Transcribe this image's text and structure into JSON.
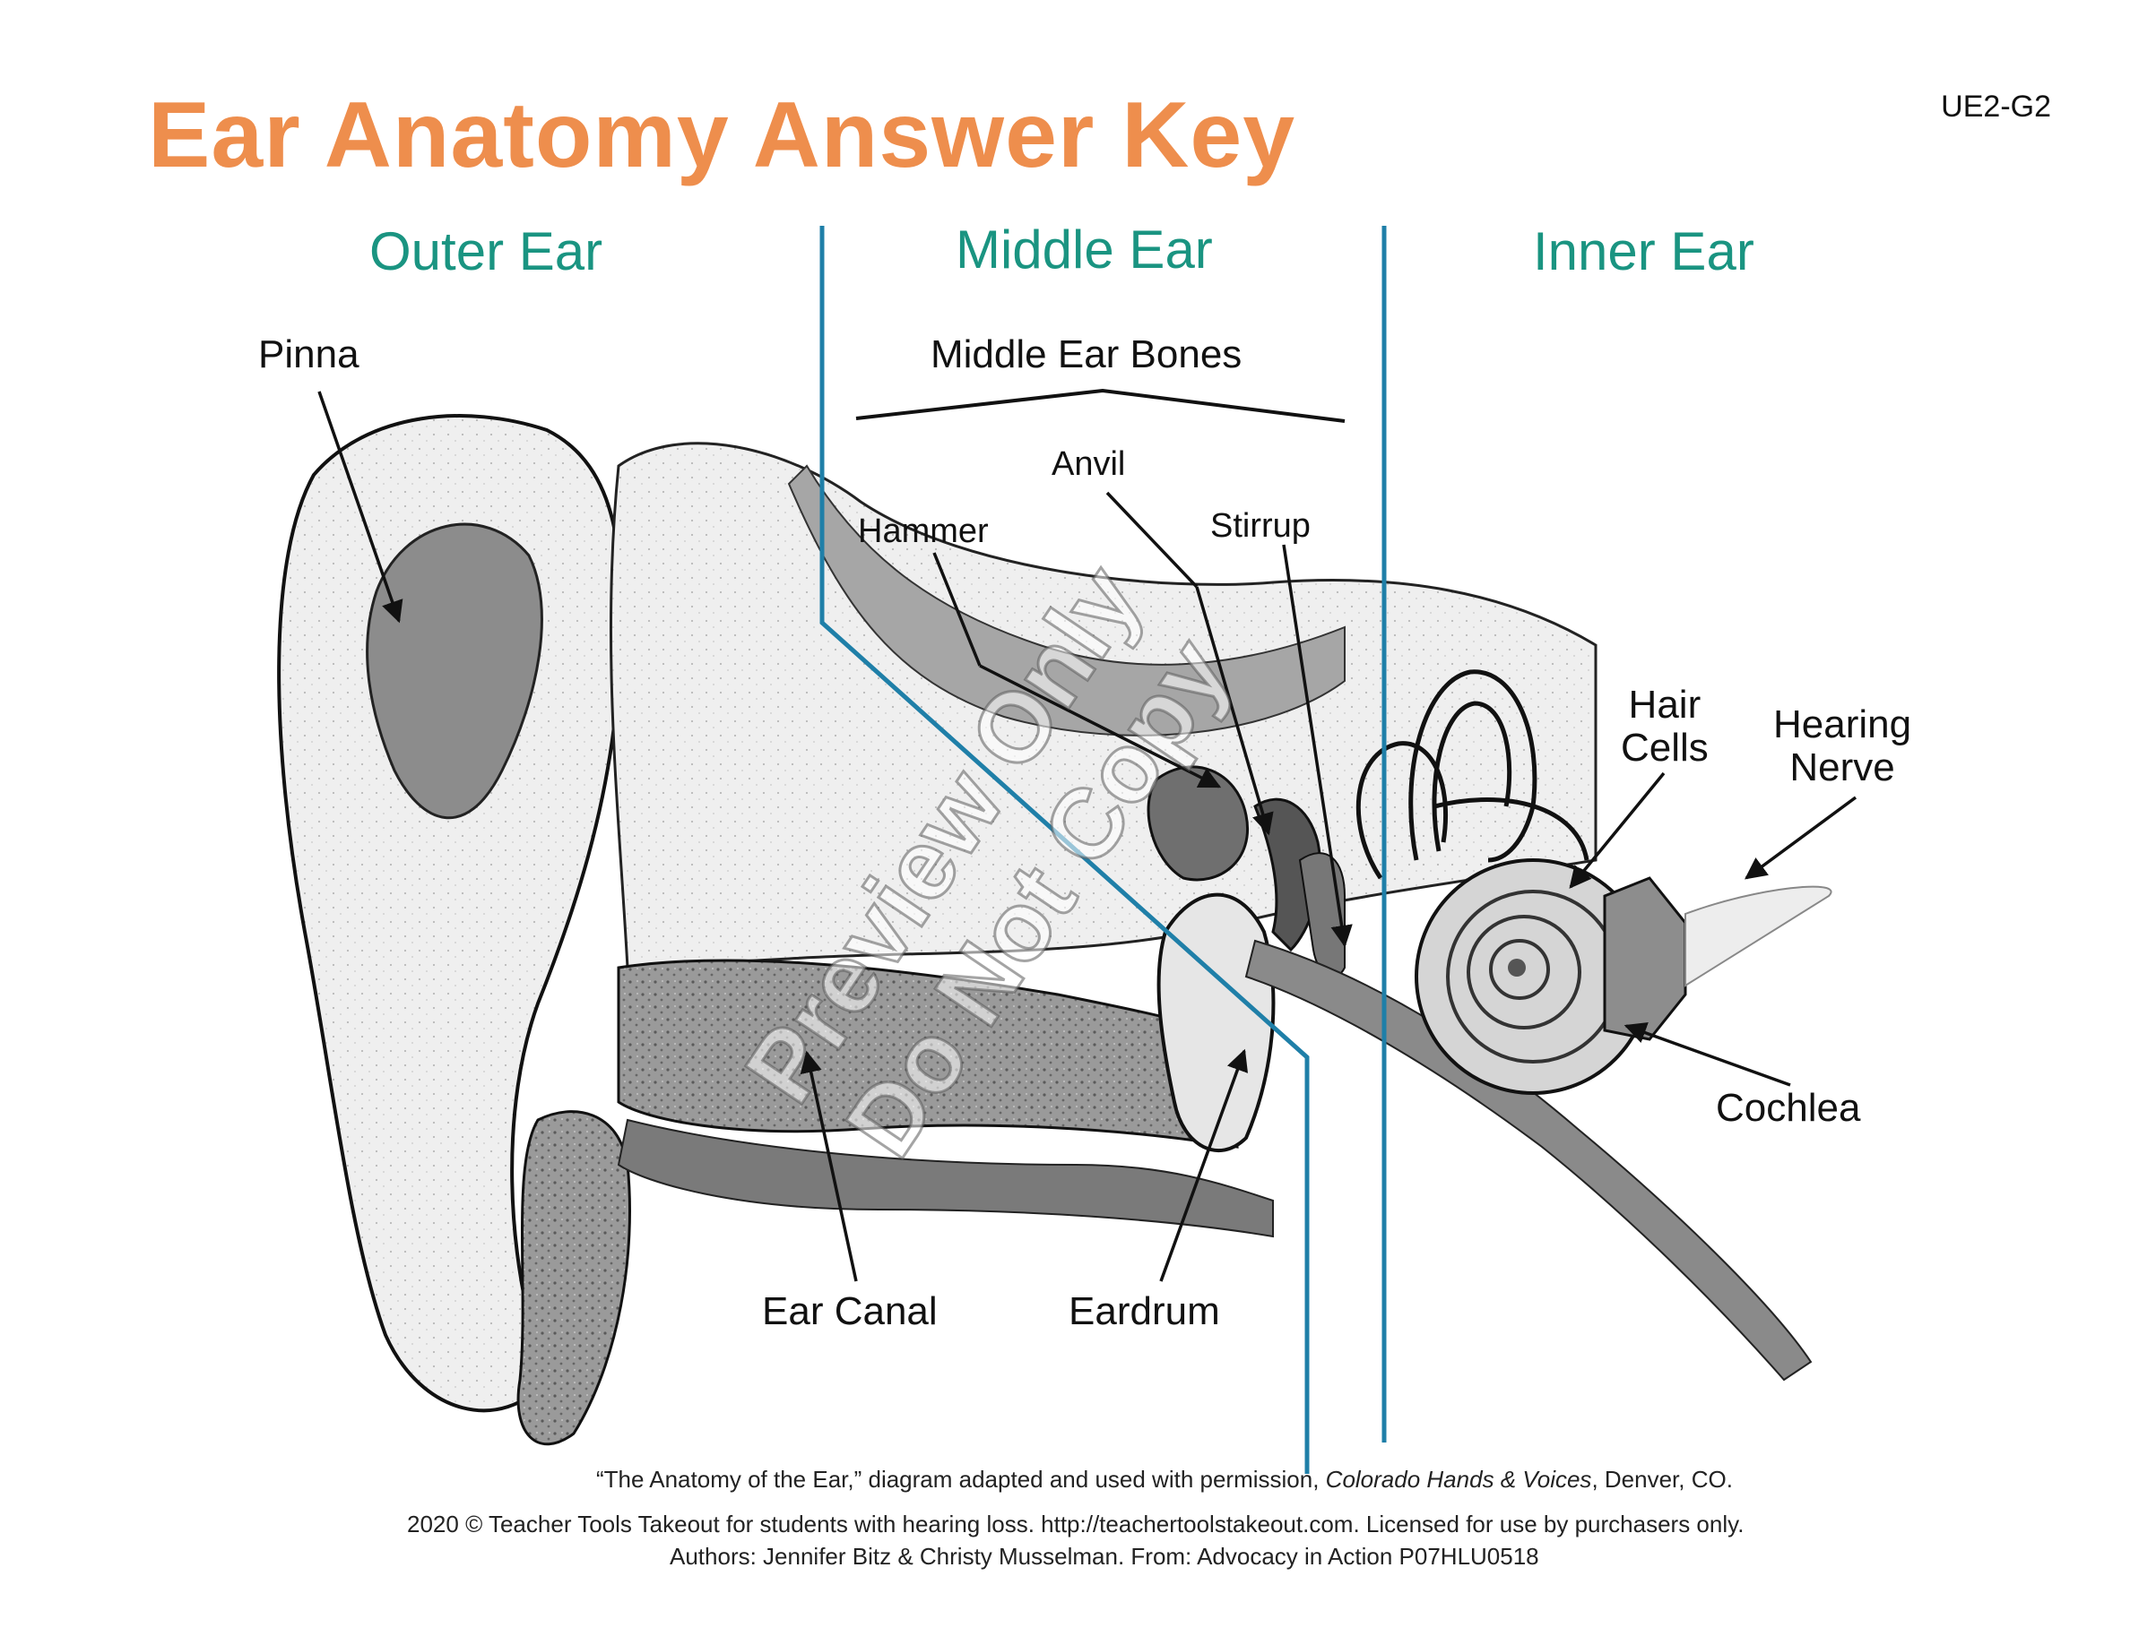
{
  "title": "Ear Anatomy Answer Key",
  "code": "UE2-G2",
  "colors": {
    "title": "#ee8e4d",
    "section": "#1a9481",
    "divider": "#1f7fa8",
    "ink": "#111111"
  },
  "sections": {
    "outer": "Outer Ear",
    "middle": "Middle Ear",
    "inner": "Inner Ear"
  },
  "labels": {
    "pinna": "Pinna",
    "middle_ear_bones": "Middle Ear Bones",
    "anvil": "Anvil",
    "hammer": "Hammer",
    "stirrup": "Stirrup",
    "hair_cells_1": "Hair",
    "hair_cells_2": "Cells",
    "hearing_nerve_1": "Hearing",
    "hearing_nerve_2": "Nerve",
    "cochlea": "Cochlea",
    "ear_canal": "Ear Canal",
    "eardrum": "Eardrum"
  },
  "watermark": {
    "line1": "Preview Only",
    "line2": "Do Not Copy"
  },
  "footer": {
    "credit_prefix": "“The Anatomy of the Ear,” diagram adapted and used with permission, ",
    "credit_source": "Colorado Hands & Voices",
    "credit_suffix": ", Denver, CO.",
    "copyright": "2020 © Teacher Tools Takeout for students with hearing loss. http://teachertoolstakeout.com. Licensed for use by purchasers only.",
    "authors": "Authors: Jennifer Bitz & Christy Musselman. From: Advocacy in Action P07HLU0518"
  }
}
